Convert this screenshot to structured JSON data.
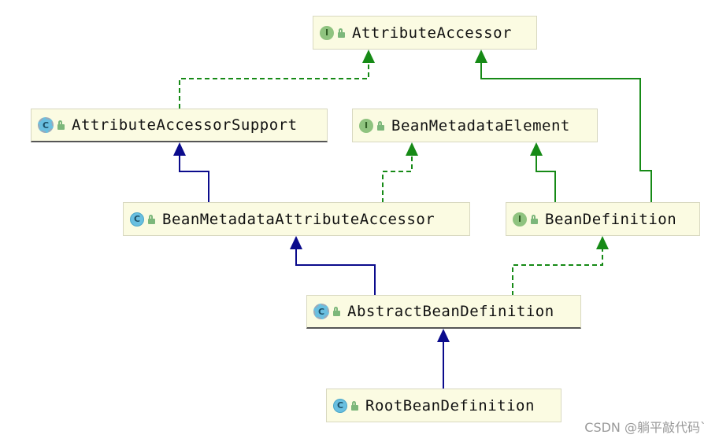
{
  "nodes": {
    "attribute_accessor": {
      "badge": "I",
      "kind": "interface",
      "label": "AttributeAccessor"
    },
    "attribute_accessor_support": {
      "badge": "C",
      "kind": "abstract-class",
      "label": "AttributeAccessorSupport"
    },
    "bean_metadata_element": {
      "badge": "I",
      "kind": "interface",
      "label": "BeanMetadataElement"
    },
    "bean_metadata_attribute_accessor": {
      "badge": "C",
      "kind": "class",
      "label": "BeanMetadataAttributeAccessor"
    },
    "bean_definition": {
      "badge": "I",
      "kind": "interface",
      "label": "BeanDefinition"
    },
    "abstract_bean_definition": {
      "badge": "C",
      "kind": "abstract-class",
      "label": "AbstractBeanDefinition"
    },
    "root_bean_definition": {
      "badge": "C",
      "kind": "class",
      "label": "RootBeanDefinition"
    }
  },
  "relations": [
    {
      "from": "AttributeAccessorSupport",
      "to": "AttributeAccessor",
      "type": "implements"
    },
    {
      "from": "BeanDefinition",
      "to": "AttributeAccessor",
      "type": "extends"
    },
    {
      "from": "BeanMetadataAttributeAccessor",
      "to": "AttributeAccessorSupport",
      "type": "extends"
    },
    {
      "from": "BeanMetadataAttributeAccessor",
      "to": "BeanMetadataElement",
      "type": "implements"
    },
    {
      "from": "BeanDefinition",
      "to": "BeanMetadataElement",
      "type": "extends"
    },
    {
      "from": "AbstractBeanDefinition",
      "to": "BeanMetadataAttributeAccessor",
      "type": "extends"
    },
    {
      "from": "AbstractBeanDefinition",
      "to": "BeanDefinition",
      "type": "implements"
    },
    {
      "from": "RootBeanDefinition",
      "to": "AbstractBeanDefinition",
      "type": "extends"
    }
  ],
  "colors": {
    "class_extends": "#0b0b8c",
    "interface_relation": "#168a16",
    "node_background": "#fbfbe2"
  },
  "watermark": "CSDN @躺平敲代码`"
}
